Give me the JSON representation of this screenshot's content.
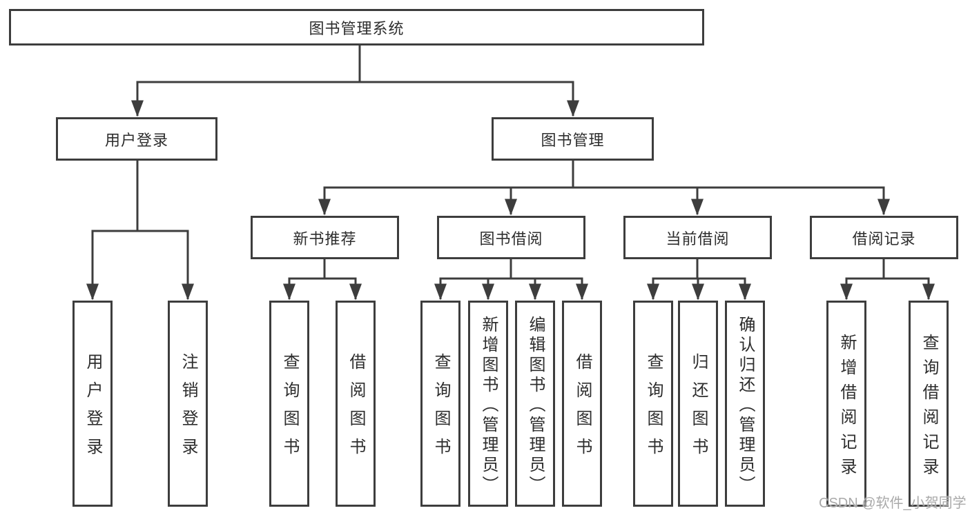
{
  "tree": {
    "root": "图书管理系统",
    "level2": {
      "user_login": "用户登录",
      "book_mgmt": "图书管理"
    },
    "level3": {
      "new_books": "新书推荐",
      "book_borrow": "图书借阅",
      "current_borrow": "当前借阅",
      "borrow_record": "借阅记录"
    },
    "leaves": {
      "user_login": [
        "用户登录",
        "注销登录"
      ],
      "new_books": [
        "查询图书",
        "借阅图书"
      ],
      "book_borrow": [
        "查询图书",
        "新增图书（管理员）",
        "编辑图书（管理员）",
        "借阅图书"
      ],
      "current_borrow": [
        "查询图书",
        "归还图书",
        "确认归还（管理员）"
      ],
      "borrow_record": [
        "新增借阅记录",
        "查询借阅记录"
      ]
    }
  },
  "watermark": "CSDN @软件_小贺同学",
  "colors": {
    "line": "#3d3d3d",
    "border": "#3d3d3d",
    "text": "#2d2d2d",
    "watermark": "#a9a9a9",
    "bg": "#ffffff"
  }
}
